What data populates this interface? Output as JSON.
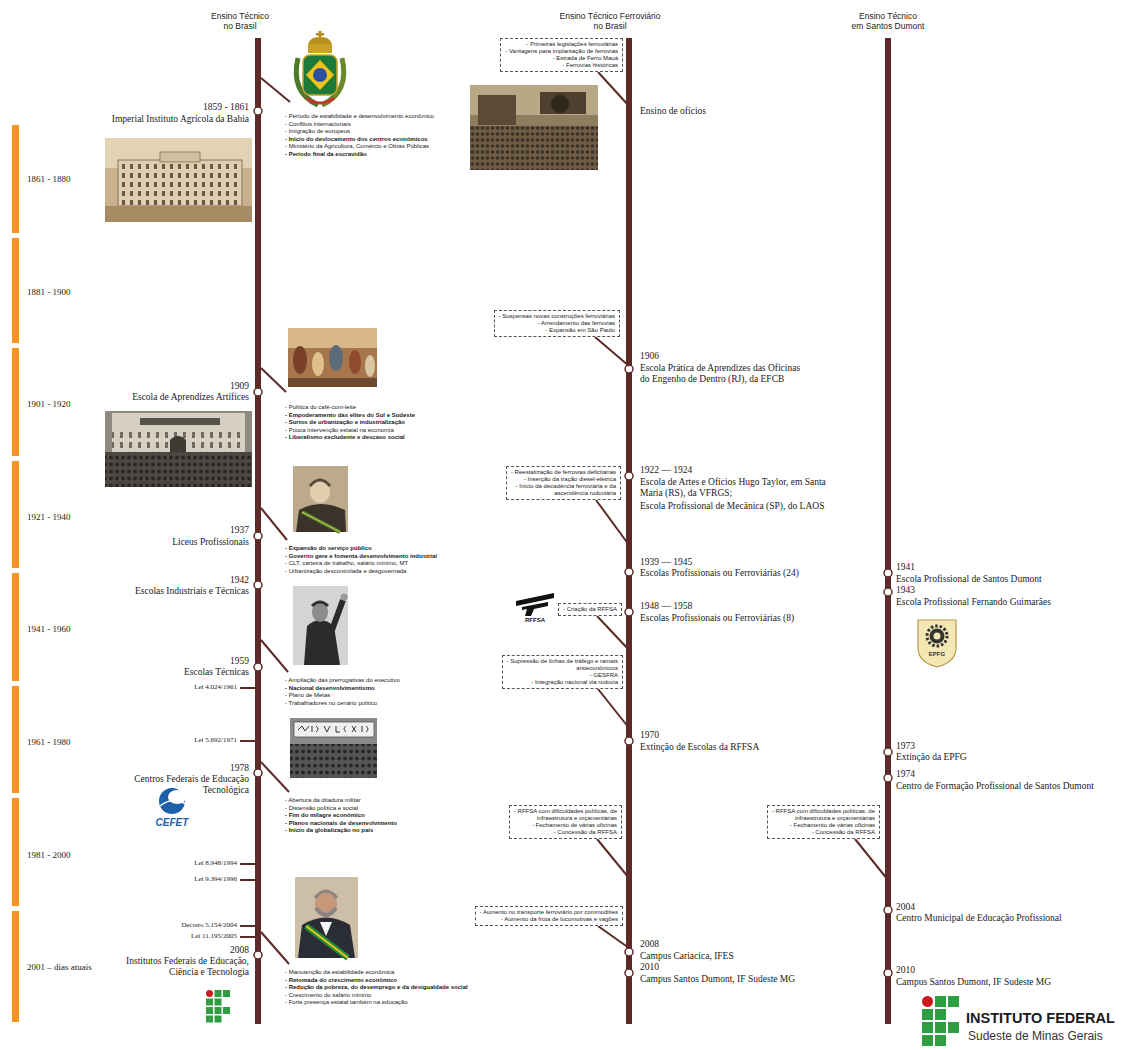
{
  "diagram": {
    "nodes": [
      {
        "text": [
          "- Primeiras legislações ferroviárias",
          "- Vantagens para implantação de ferrovias",
          "- Estrada de Ferro Mauá",
          "- Ferrovias históricas"
        ]
      },
      {
        "text": [
          "- Suspensas novas construções ferroviárias",
          "- Arrendamento das ferrovias",
          "- Expansão em São Paulo"
        ]
      },
      {
        "text": [
          "- Reestatização de ferrovias deficitárias",
          "- Inserção da tração diesel-elétrica",
          "- Início da decadência ferroviária e da ascendência rodoviária"
        ]
      },
      {
        "text": [
          "- Criação da RFFSA"
        ]
      },
      {
        "text": [
          "- Supressão de linhas de tráfego e ramais antieconômicos",
          "- GESFRA",
          "- Integração nacional via rodovia"
        ]
      },
      {
        "text": [
          "- RFFSA com dificuldades políticas, de infraestrutura e orçamentárias",
          "- Fechamento de várias oficinas",
          "- Concessão da RFFSA"
        ]
      },
      {
        "text": [
          "- RFFSA com dificuldades políticas, de infraestrutura e orçamentárias",
          "- Fechamento de várias oficinas",
          "- Concessão da RFFSA"
        ]
      },
      {
        "text": [
          "- Aumento no transporte ferroviário por commodities",
          "- Aumento da frota de locomotivas e vagões"
        ]
      }
    ],
    "labels": [
      "Ensino Técnico no Brasil",
      "Ensino Técnico Ferroviário no Brasil",
      "Ensino Técnico em Santos Dumont",
      "1861 - 1880",
      "1881 - 1900",
      "1901 - 1920",
      "1921 - 1940",
      "1941 - 1960",
      "1961 - 1980",
      "1981 - 2000",
      "2001 – dias atuais",
      "1859 - 1861",
      "Imperial Instituto Agrícola da Bahia",
      "- Período de estabilidade e desenvolvimento econômico",
      "- Conflitos internacionais",
      "- Imigração de europeus",
      "- Início do deslocamento dos centros econômicos",
      "- Ministério da Agricultura, Comércio e Obras Públicas",
      "- Período final da escravidão",
      "1909",
      "Escola de Aprendizes Artífices",
      "- Política do café-com-leite",
      "- Empoderamento das elites do Sul e Sudeste",
      "- Surtos de urbanização e industrialização",
      "- Pouca intervenção estatal na economia",
      "- Liberalismo excludente e descaso social",
      "1937",
      "Liceus Profissionais",
      "- Expansão do serviço público",
      "- Governo gere e fomenta desenvolvimento industrial",
      "- CLT, carteira de trabalho, salário mínimo, MT",
      "- Urbanização descontrolada e desgovernada",
      "1942",
      "Escolas Industriais e Técnicas",
      "1959",
      "Escolas Técnicas",
      "- Ampliação das prerrogativas do executivo",
      "- Nacional desenvolvimentismo",
      "- Plano de Metas",
      "- Trabalhadores no cenário político",
      "Lei 4.024/1961",
      "Lei 5.692/1971",
      "1978",
      "Centros Federais de Educação Tecnológica",
      "- Abertura da ditadura militar",
      "- Distensão política e social",
      "- Fim do milagre econômico",
      "- Planos nacionais de desenvolvimento",
      "- Início da globalização no país",
      "CEFET",
      "Lei 8.948/1994",
      "Lei 9.394/1996",
      "Decreto 5.154/2004",
      "Lei 11.195/2005",
      "2008",
      "Institutos Federais de Educação, Ciência e Tecnologia",
      "- Manutenção da estabilidade econômica",
      "- Retomada do crescimento econômico",
      "- Redução da pobreza, do desemprego e da desigualdade social",
      "- Crescimento do salário mínimo",
      "- Forte presença estatal também na educação",
      "Ensino de ofícios",
      "1906",
      "Escola Prática de Aprendizes das Oficinas do Engenho de Dentro (RJ), da EFCB",
      "1922 — 1924",
      "Escola de Artes e Ofícios Hugo Taylor, em Santa Maria (RS), da VFRGS;",
      "Escola Profissional de Mecânica (SP), do LAOS",
      "1939 — 1945",
      "Escolas Profissionais ou Ferroviárias (24)",
      "RFFSA",
      "1948 — 1958",
      "Escolas Profissionais ou Ferroviárias (8)",
      "1970",
      "Extinção de Escolas da RFFSA",
      "2008",
      "Campus Cariacica, IFES",
      "2010",
      "Campus Santos Dumont, IF Sudeste MG",
      "1941",
      "Escola Profissional de Santos Dumont",
      "1943",
      "Escola Profissional Fernando Guimarães",
      "EPFG",
      "1973",
      "Extinção da EPFG",
      "1974",
      "Centro de Formação Profissional de Santos Dumont",
      "2004",
      "Centro Municipal de Educação Profissional",
      "2010",
      "Campus Santos Dumont, IF Sudeste MG",
      "INSTITUTO FEDERAL",
      "Sudeste de Minas Gerais"
    ]
  }
}
